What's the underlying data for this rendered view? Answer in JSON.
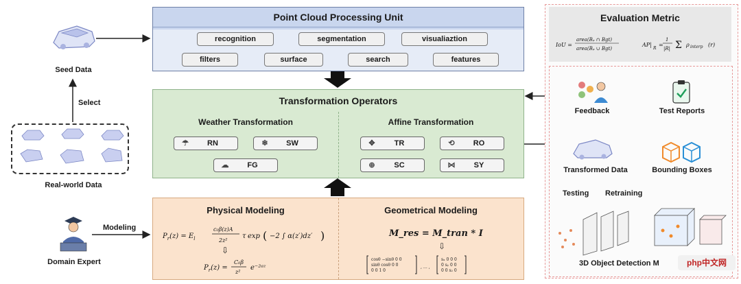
{
  "point_cloud_unit": {
    "title": "Point Cloud Processing Unit",
    "functions": [
      "recognition",
      "segmentation",
      "visualiaztion",
      "filters",
      "surface",
      "search",
      "features"
    ]
  },
  "transformation": {
    "title": "Transformation Operators",
    "weather": {
      "title": "Weather Transformation",
      "ops": [
        "RN",
        "SW",
        "FG"
      ]
    },
    "affine": {
      "title": "Affine Transformation",
      "ops": [
        "TR",
        "RO",
        "SC",
        "SY"
      ]
    }
  },
  "modeling": {
    "physical": {
      "title": "Physical Modeling"
    },
    "geometrical": {
      "title": "Geometrical Modeling",
      "formula": "M_res = M_tran * I"
    }
  },
  "left": {
    "seed_data": "Seed Data",
    "select": "Select",
    "real_world": "Real-world Data",
    "modeling_label": "Modeling",
    "domain_expert": "Domain Expert"
  },
  "evaluation": {
    "title": "Evaluation Metric",
    "feedback": "Feedback",
    "test_reports": "Test Reports",
    "transformed": "Transformed Data",
    "bounding_boxes": "Bounding Boxes",
    "testing": "Testing",
    "retraining": "Retraining",
    "detection": "3D Object Detection M",
    "watermark": "php中文网"
  }
}
